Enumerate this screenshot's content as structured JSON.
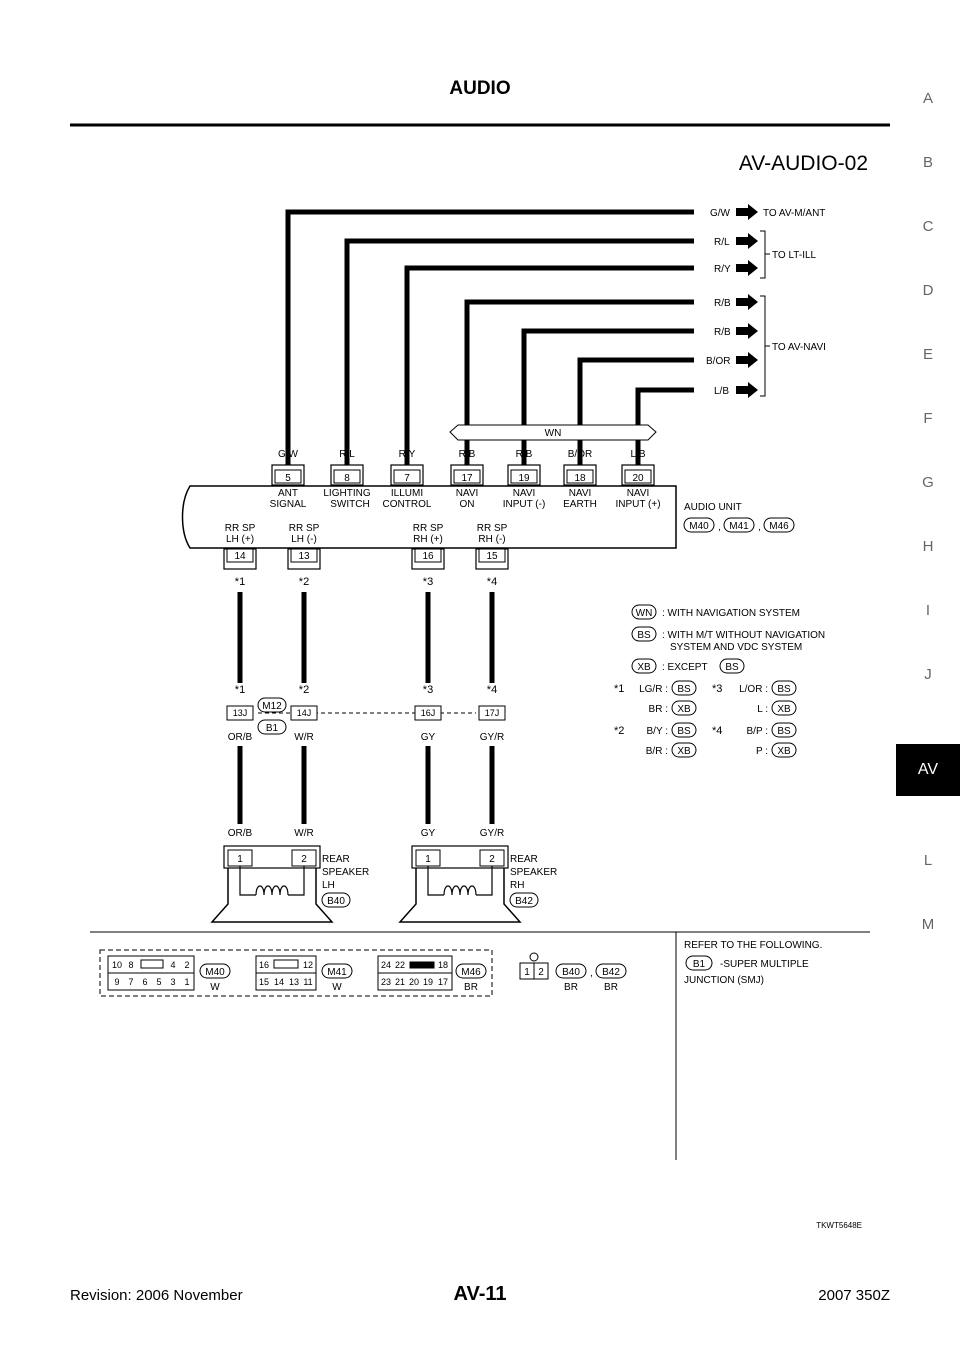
{
  "header": {
    "section_title": "AUDIO",
    "diagram_id": "AV-AUDIO-02"
  },
  "footer": {
    "revision": "Revision: 2006 November",
    "page": "AV-11",
    "model": "2007 350Z",
    "image_code": "TKWT5648E"
  },
  "section_tabs": [
    "A",
    "B",
    "C",
    "D",
    "E",
    "F",
    "G",
    "H",
    "I",
    "J",
    "AV",
    "L",
    "M"
  ],
  "active_tab": "AV",
  "outputs": [
    {
      "color": "G/W",
      "dest": "TO AV-M/ANT"
    },
    {
      "color": "R/L"
    },
    {
      "color": "R/Y"
    },
    {
      "color": "R/B"
    },
    {
      "color": "R/B"
    },
    {
      "color": "B/OR"
    },
    {
      "color": "L/B"
    }
  ],
  "dest_groups": {
    "lt_ill": "TO LT-ILL",
    "av_navi": "TO AV-NAVI"
  },
  "wn_band": "WN",
  "audio_top_pins": [
    {
      "color": "G/W",
      "pin": "5",
      "name1": "ANT",
      "name2": "SIGNAL"
    },
    {
      "color": "R/L",
      "pin": "8",
      "name1": "LIGHTING",
      "name2": "SWITCH"
    },
    {
      "color": "R/Y",
      "pin": "7",
      "name1": "ILLUMI",
      "name2": "CONTROL"
    },
    {
      "color": "R/B",
      "pin": "17",
      "name1": "NAVI",
      "name2": "ON"
    },
    {
      "color": "R/B",
      "pin": "19",
      "name1": "NAVI",
      "name2": "INPUT (-)"
    },
    {
      "color": "B/OR",
      "pin": "18",
      "name1": "NAVI",
      "name2": "EARTH"
    },
    {
      "color": "L/B",
      "pin": "20",
      "name1": "NAVI",
      "name2": "INPUT (+)"
    }
  ],
  "audio_unit": {
    "label": "AUDIO UNIT",
    "connectors": [
      "M40",
      "M41",
      "M46"
    ],
    "sep": ","
  },
  "audio_bottom_pins": [
    {
      "pin": "14",
      "name1": "RR SP",
      "name2": "LH (+)",
      "star": "1"
    },
    {
      "pin": "13",
      "name1": "RR SP",
      "name2": "LH (-)",
      "star": "2"
    },
    {
      "pin": "16",
      "name1": "RR SP",
      "name2": "RH (+)",
      "star": "3"
    },
    {
      "pin": "15",
      "name1": "RR SP",
      "name2": "RH (-)",
      "star": "4"
    }
  ],
  "junction": {
    "pins": [
      "13J",
      "14J",
      "16J",
      "17J"
    ],
    "colors": [
      "OR/B",
      "W/R",
      "GY",
      "GY/R"
    ],
    "connectors": [
      "M12",
      "B1"
    ]
  },
  "speakers": [
    {
      "colors": [
        "OR/B",
        "W/R"
      ],
      "pins": [
        "1",
        "2"
      ],
      "name1": "REAR",
      "name2": "SPEAKER",
      "name3": "LH",
      "connector": "B40"
    },
    {
      "colors": [
        "GY",
        "GY/R"
      ],
      "pins": [
        "1",
        "2"
      ],
      "name1": "REAR",
      "name2": "SPEAKER",
      "name3": "RH",
      "connector": "B42"
    }
  ],
  "legend": {
    "wn": {
      "code": "WN",
      "text": ": WITH NAVIGATION SYSTEM"
    },
    "bs": {
      "code": "BS",
      "text1": ": WITH M/T WITHOUT NAVIGATION",
      "text2": "SYSTEM AND VDC SYSTEM"
    },
    "xb": {
      "code": "XB",
      "text": ": EXCEPT",
      "ref": "BS"
    },
    "stars": [
      {
        "n": "1",
        "rows": [
          {
            "c": "LG/R :",
            "code": "BS"
          },
          {
            "c": "BR :",
            "code": "XB"
          }
        ]
      },
      {
        "n": "3",
        "rows": [
          {
            "c": "L/OR :",
            "code": "BS"
          },
          {
            "c": "L :",
            "code": "XB"
          }
        ]
      },
      {
        "n": "2",
        "rows": [
          {
            "c": "B/Y :",
            "code": "BS"
          },
          {
            "c": "B/R :",
            "code": "XB"
          }
        ]
      },
      {
        "n": "4",
        "rows": [
          {
            "c": "B/P :",
            "code": "BS"
          },
          {
            "c": "P :",
            "code": "XB"
          }
        ]
      }
    ]
  },
  "connector_views": {
    "m40": {
      "top": [
        "10",
        "8",
        "4",
        "2"
      ],
      "bottom": [
        "9",
        "7",
        "6",
        "5",
        "3",
        "1"
      ],
      "id": "M40",
      "color": "W"
    },
    "m41": {
      "top": [
        "16",
        "12"
      ],
      "bottom": [
        "15",
        "14",
        "13",
        "11"
      ],
      "id": "M41",
      "color": "W"
    },
    "m46": {
      "top": [
        "24",
        "22",
        "18"
      ],
      "bottom": [
        "23",
        "21",
        "20",
        "19",
        "17"
      ],
      "id": "M46",
      "color": "BR"
    },
    "b40": {
      "pins": [
        "1",
        "2"
      ],
      "id1": "B40",
      "id2": "B42",
      "sep": ",",
      "color1": "BR",
      "color2": "BR"
    }
  },
  "refer": {
    "title": "REFER TO THE FOLLOWING.",
    "code": "B1",
    "text1": "-SUPER MULTIPLE",
    "text2": "JUNCTION (SMJ)"
  }
}
